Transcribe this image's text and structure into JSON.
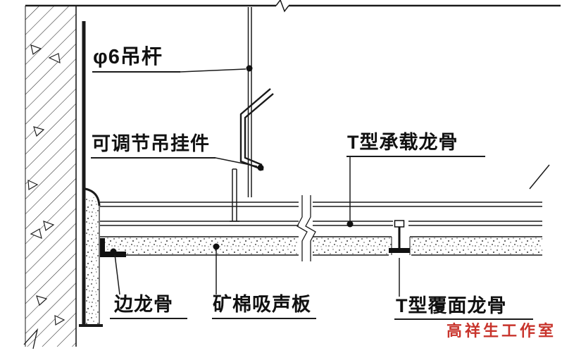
{
  "drawing": {
    "type": "suspended-ceiling-section-detail",
    "labels": {
      "hanger_rod": "φ6吊杆",
      "adjustable_hanger": "可调节吊挂件",
      "load_bearing_tee": "T型承载龙骨",
      "edge_runner": "边龙骨",
      "mineral_wool_panel": "矿棉吸声板",
      "facing_tee": "T型覆面龙骨"
    },
    "watermark": "高祥生工作室",
    "colors": {
      "line": "#1a1a1a",
      "watermark": "#c8342c",
      "stipple": "#555555"
    }
  }
}
